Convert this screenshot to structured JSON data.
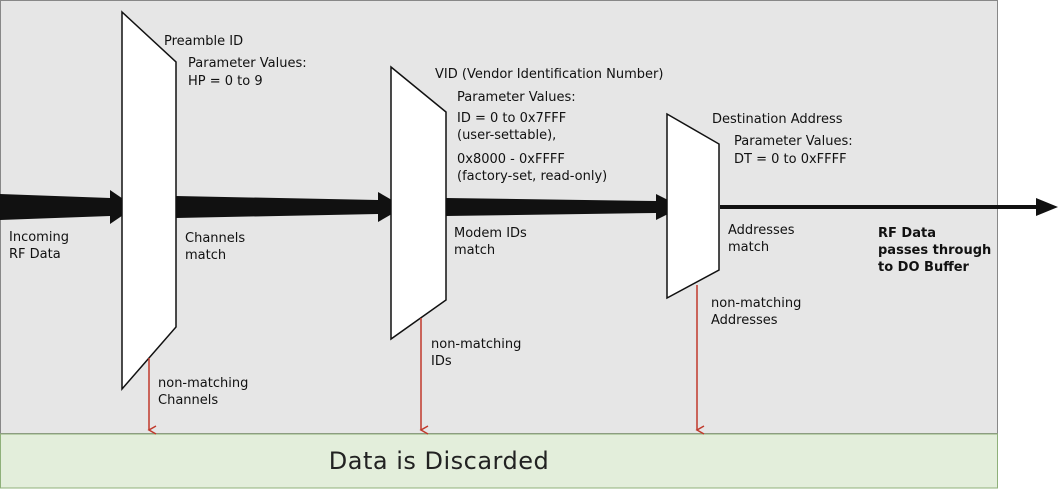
{
  "stage1": {
    "title": "Preamble ID",
    "params_heading": "Parameter Values:",
    "params": [
      "HP = 0 to 9"
    ],
    "match_label": [
      "Channels",
      "match"
    ],
    "reject_label": [
      "non-matching",
      "Channels"
    ]
  },
  "stage2": {
    "title": "VID (Vendor Identification Number)",
    "params_heading": "Parameter Values:",
    "params": [
      "ID = 0 to 0x7FFF",
      "(user-settable),",
      "0x8000 - 0xFFFF",
      "(factory-set, read-only)"
    ],
    "match_label": [
      "Modem IDs",
      "match"
    ],
    "reject_label": [
      "non-matching",
      "IDs"
    ]
  },
  "stage3": {
    "title": "Destination Address",
    "params_heading": "Parameter Values:",
    "params": [
      "DT = 0 to 0xFFFF"
    ],
    "match_label": [
      "Addresses",
      "match"
    ],
    "reject_label": [
      "non-matching",
      "Addresses"
    ]
  },
  "input_label": [
    "Incoming",
    "RF Data"
  ],
  "output_label": [
    "RF Data",
    "passes through",
    "to DO Buffer"
  ],
  "discard_label": "Data is Discarded",
  "colors": {
    "background": "#e6e6e6",
    "discard_fill": "#e3eedb",
    "discard_border": "#8fb07a",
    "reject_arrow": "#c0392b",
    "flow_arrow": "#111111",
    "filter_fill": "#ffffff"
  }
}
